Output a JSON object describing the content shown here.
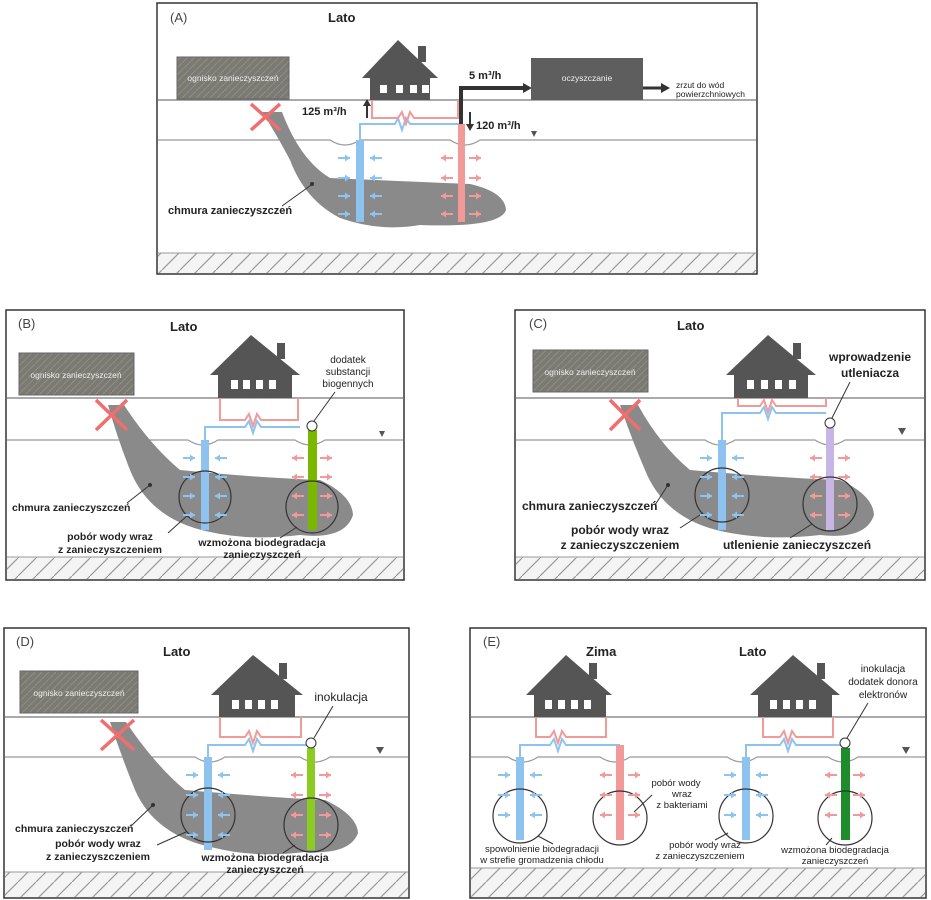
{
  "panels": {
    "A": {
      "id": "(A)",
      "season": "Lato",
      "source_label": "ognisko zanieczyszczeń",
      "treatment_label": "oczyszczanie",
      "flow_treatment": "5 m³/h",
      "flow_intake": "125 m³/h",
      "flow_return": "120 m³/h",
      "discharge_line1": "zrzut do wód",
      "discharge_line2": "powierzchniowych",
      "plume_label": "chmura zanieczyszczeń"
    },
    "B": {
      "id": "(B)",
      "season": "Lato",
      "source_label": "ognisko zanieczyszczeń",
      "additive_line1": "dodatek",
      "additive_line2": "substancji",
      "additive_line3": "biogennych",
      "plume_label": "chmura zanieczyszczeń",
      "intake_line1": "pobór wody wraz",
      "intake_line2": "z zanieczyszczeniem",
      "effect_line1": "wzmożona biodegradacja",
      "effect_line2": "zanieczyszczeń"
    },
    "C": {
      "id": "(C)",
      "season": "Lato",
      "source_label": "ognisko zanieczyszczeń",
      "additive_line1": "wprowadzenie",
      "additive_line2": "utleniacza",
      "plume_label": "chmura zanieczyszczeń",
      "intake_line1": "pobór wody wraz",
      "intake_line2": "z zanieczyszczeniem",
      "effect_line1": "utlenienie zanieczyszczeń"
    },
    "D": {
      "id": "(D)",
      "season": "Lato",
      "source_label": "ognisko zanieczyszczeń",
      "additive_line1": "inokulacja",
      "plume_label": "chmura zanieczyszczeń",
      "intake_line1": "pobór wody wraz",
      "intake_line2": "z zanieczyszczeniem",
      "effect_line1": "wzmożona biodegradacja",
      "effect_line2": "zanieczyszczeń"
    },
    "E": {
      "id": "(E)",
      "season_left": "Zima",
      "season_right": "Lato",
      "additive_line1": "inokulacja",
      "additive_line2": "dodatek donora",
      "additive_line3": "elektronów",
      "bacteria_line1": "pobór wody",
      "bacteria_line2": "wraz",
      "bacteria_line3": "z bakteriami",
      "slow_line1": "spowolnienie biodegradacji",
      "slow_line2": "w strefie gromadzenia chłodu",
      "intake_line1": "pobór wody wraz",
      "intake_line2": "z zanieczyszczeniem",
      "effect_line1": "wzmożona biodegradacja",
      "effect_line2": "zanieczyszczeń"
    }
  },
  "colors": {
    "cold_well": "#8ec3ef",
    "warm_well": "#f29a9a",
    "plume": "#8a8a8a",
    "house": "#555555",
    "cross": "#f26d6d",
    "nutrient_well": "#7ab800",
    "oxidant_well": "#c7b5e6",
    "inoculation_well": "#8ccc22",
    "donor_well": "#1e8c2a"
  }
}
